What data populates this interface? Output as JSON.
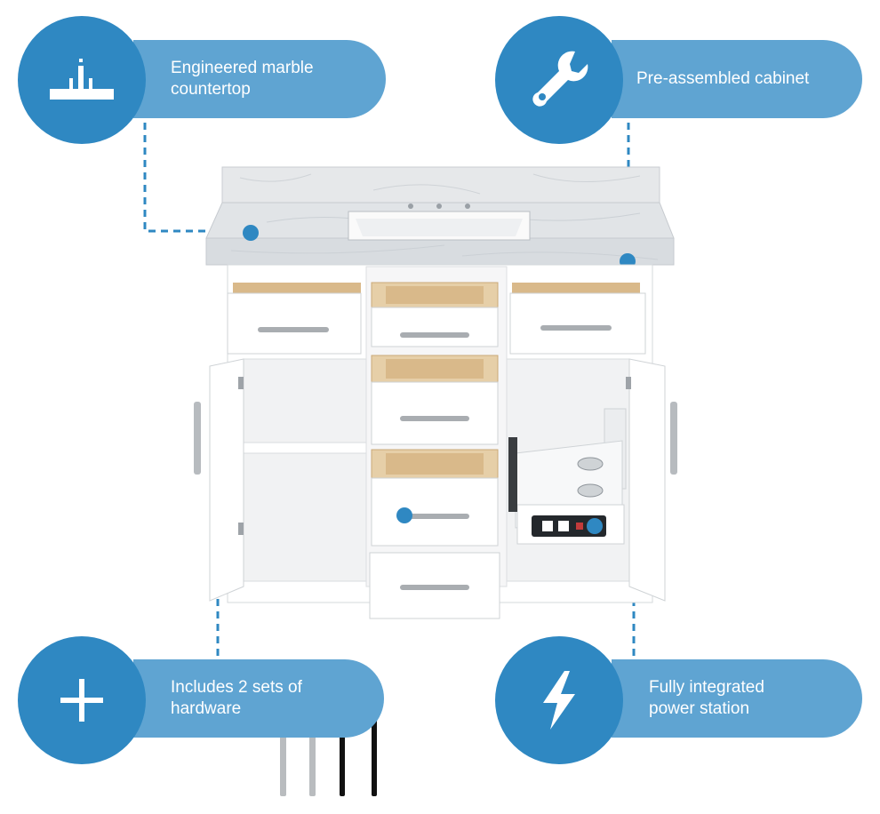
{
  "features": [
    {
      "label": "Engineered marble\ncountertop",
      "icon": "countertop-icon"
    },
    {
      "label": "Pre-assembled cabinet",
      "icon": "wrench-icon"
    },
    {
      "label": "Includes 2 sets of\nhardware",
      "icon": "plus-icon"
    },
    {
      "label": "Fully integrated\npower station",
      "icon": "lightning-icon"
    }
  ],
  "colors": {
    "accent": "#2f88c2",
    "pill": "#5fa4d2",
    "cabinet": "#ffffff",
    "wood": "#d9b98a",
    "marble": "#e6e8ea"
  }
}
